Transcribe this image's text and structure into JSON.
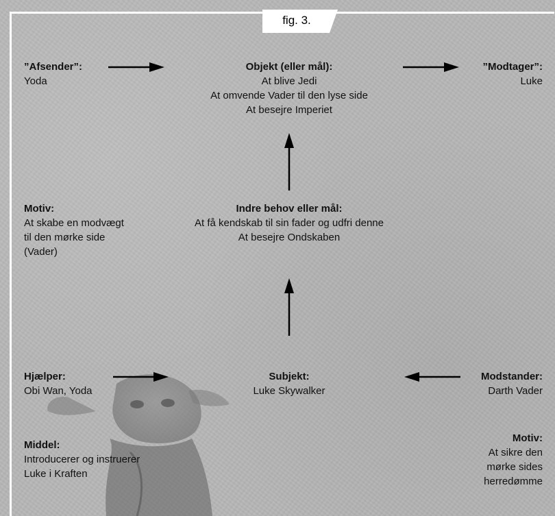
{
  "figure_label": "fig. 3.",
  "top": {
    "sender": {
      "heading": "”Afsender”:",
      "lines": [
        "Yoda"
      ]
    },
    "object": {
      "heading": "Objekt (eller mål):",
      "lines": [
        "At blive Jedi",
        "At omvende Vader til den lyse side",
        "At besejre Imperiet"
      ]
    },
    "receiver": {
      "heading": "”Modtager”:",
      "lines": [
        "Luke"
      ]
    }
  },
  "middle": {
    "motive_left": {
      "heading": "Motiv:",
      "lines": [
        "At skabe en modvægt",
        "til den mørke side",
        "(Vader)"
      ]
    },
    "inner_need": {
      "heading": "Indre behov eller mål:",
      "lines": [
        "At få kendskab til sin fader og udfri denne",
        "At besejre Ondskaben"
      ]
    }
  },
  "bottom": {
    "helper": {
      "heading": "Hjælper:",
      "lines": [
        "Obi Wan, Yoda"
      ]
    },
    "subject": {
      "heading": "Subjekt:",
      "lines": [
        "Luke Skywalker"
      ]
    },
    "opponent": {
      "heading": "Modstander:",
      "lines": [
        "Darth Vader"
      ]
    },
    "means": {
      "heading": "Middel:",
      "lines": [
        "Introducerer  og instruerer",
        "Luke i Kraften"
      ]
    },
    "motive_right": {
      "heading": "Motiv:",
      "lines": [
        "At sikre den",
        "mørke sides",
        "herredømme"
      ]
    }
  },
  "colors": {
    "text": "#111111",
    "frame": "#ffffff",
    "paper": "#b6b6b6"
  }
}
